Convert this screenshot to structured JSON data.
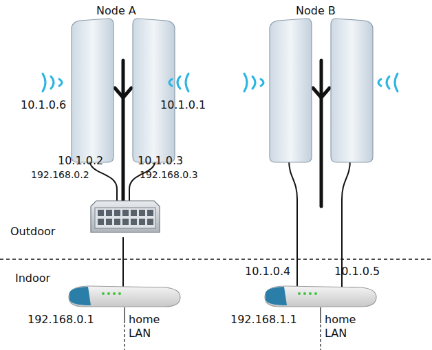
{
  "diagram": {
    "labels": [
      "Node A",
      "Node B",
      "10.1.0.6",
      "10.1.0.1",
      "10.1.0.2",
      "192.168.0.2",
      "10.1.0.3",
      "192.168.0.3",
      "Outdoor",
      "Indoor",
      "10.1.0.4",
      "10.1.0.5",
      "192.168.0.1",
      "home LAN",
      "192.168.1.1",
      "home LAN"
    ]
  }
}
